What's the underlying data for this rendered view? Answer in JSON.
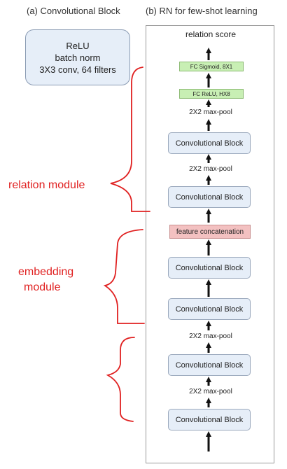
{
  "captions": {
    "a": "(a) Convolutional Block",
    "b": "(b) RN for few-shot learning"
  },
  "conv_block": {
    "lines": [
      "ReLU",
      "batch norm",
      "3X3 conv, 64 filters"
    ]
  },
  "network": {
    "output_label": "relation score",
    "fc_sigmoid": "FC Sigmoid,  8X1",
    "fc_relu": "FC ReLU,  HX8",
    "pool_top": "2X2 max-pool",
    "conv_relation_1": "Convolutional Block",
    "pool_mid": "2X2 max-pool",
    "conv_relation_2": "Convolutional Block",
    "concat": "feature concatenation",
    "conv_embed_4": "Convolutional Block",
    "conv_embed_3": "Convolutional Block",
    "pool_embed_2": "2X2 max-pool",
    "conv_embed_2": "Convolutional Block",
    "pool_embed_1": "2X2 max-pool",
    "conv_embed_1": "Convolutional Block"
  },
  "annotations": {
    "relation_module": "relation module",
    "embedding_module_line1": "embedding",
    "embedding_module_line2": "module"
  },
  "colors": {
    "conv_fill": "#e6eef8",
    "fc_fill": "#c8efb4",
    "concat_fill": "#f3c1c1",
    "annotation": "#e02020"
  }
}
